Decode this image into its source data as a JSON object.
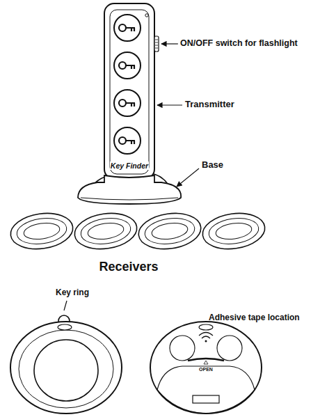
{
  "diagram": {
    "labels": [
      "ON/OFF switch for flashlight",
      "Transmitter",
      "Key Finder",
      "Base",
      "Receivers",
      "Key ring",
      "Adhesive tape location",
      "OPEN"
    ]
  }
}
